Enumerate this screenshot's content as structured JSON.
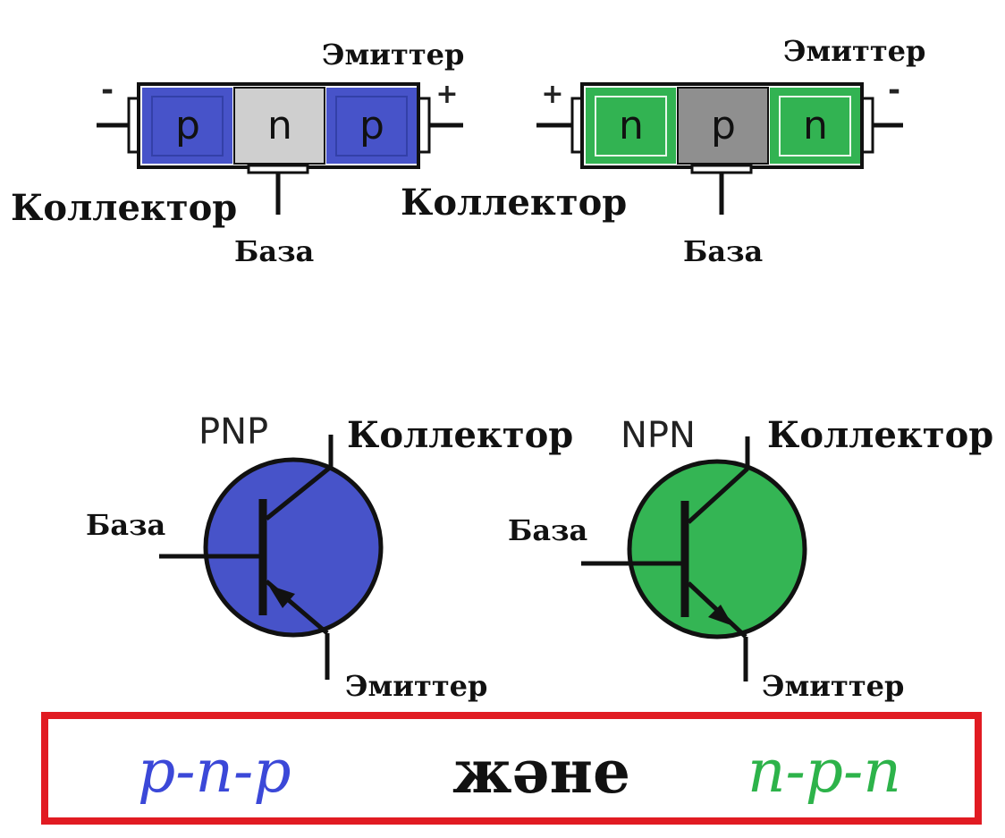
{
  "colors": {
    "p_region": "#4753c9",
    "n_region_light": "#cfcfcf",
    "n_region_green": "#32b352",
    "p_region_grey": "#8f8f8f",
    "pnp_fill": "#4753c9",
    "npn_fill": "#34b554",
    "frame": "#e11b22",
    "text_blue": "#3b48d8",
    "text_green": "#2db34a"
  },
  "blocks": {
    "pnp": {
      "segments": [
        "p",
        "n",
        "p"
      ],
      "left_terminal_sign": "-",
      "right_terminal_sign": "+",
      "emitter_label": "Эмиттер",
      "collector_label": "Коллектор",
      "base_label": "База"
    },
    "npn": {
      "segments": [
        "n",
        "p",
        "n"
      ],
      "left_terminal_sign": "+",
      "right_terminal_sign": "-",
      "emitter_label": "Эмиттер",
      "collector_label": "Коллектор",
      "base_label": "База"
    }
  },
  "symbols": {
    "pnp": {
      "type_label": "PNP",
      "collector_label": "Коллектор",
      "base_label": "База",
      "emitter_label": "Эмиттер"
    },
    "npn": {
      "type_label": "NPN",
      "collector_label": "Коллектор",
      "base_label": "База",
      "emitter_label": "Эмиттер"
    }
  },
  "caption": {
    "left": "p-n-p",
    "middle": "және",
    "right": "n-p-n"
  }
}
